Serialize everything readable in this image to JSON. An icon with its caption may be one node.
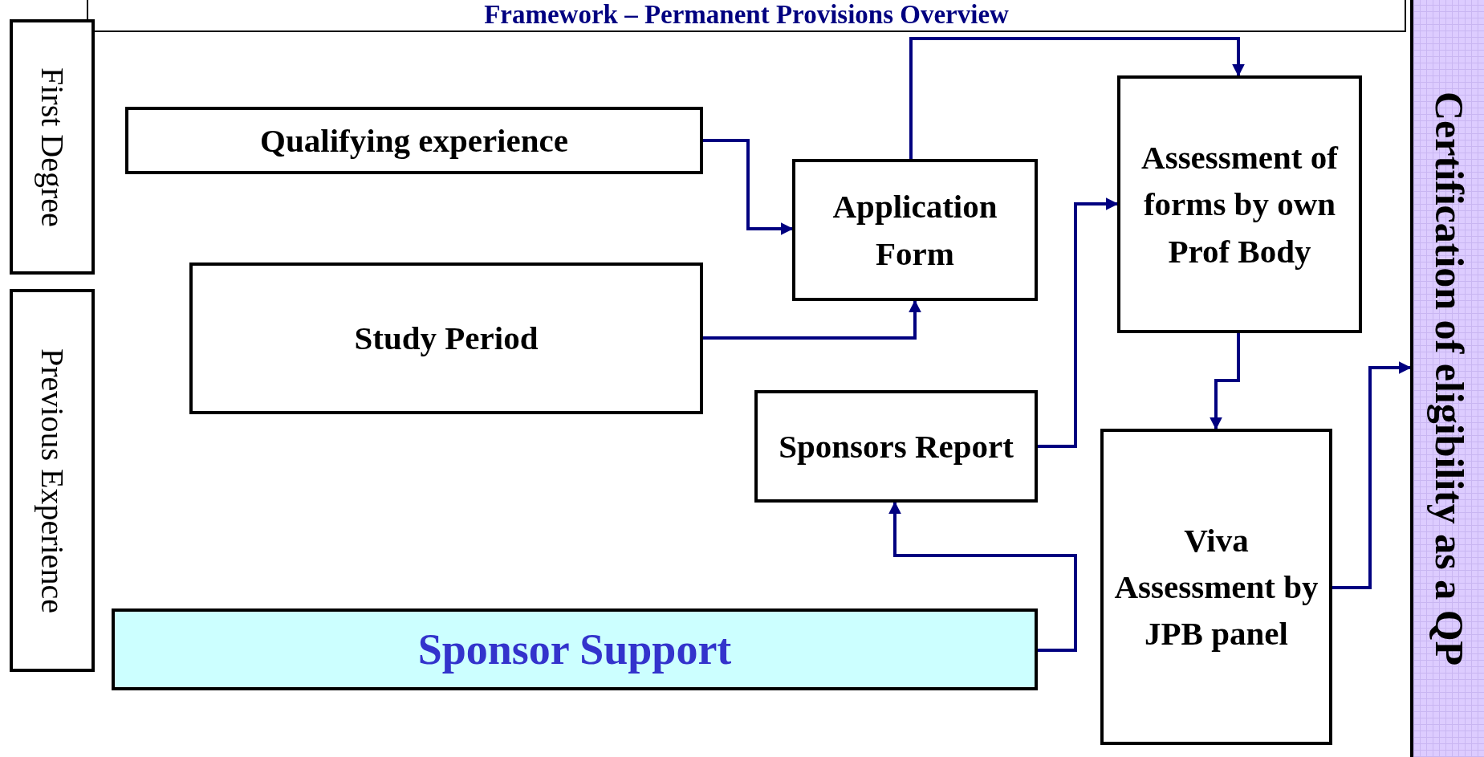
{
  "diagram": {
    "title": "Framework – Permanent Provisions Overview",
    "nodes": [
      {
        "text": [
          "First Degree"
        ]
      },
      {
        "text": [
          "Previous Experience"
        ]
      },
      {
        "text": [
          "Qualifying experience"
        ]
      },
      {
        "text": [
          "Study Period"
        ]
      },
      {
        "text": [
          "Sponsor Support"
        ]
      },
      {
        "text": [
          "Application Form"
        ]
      },
      {
        "text": [
          "Sponsors Report"
        ]
      },
      {
        "text": [
          "Assessment of forms by own Prof Body"
        ]
      },
      {
        "text": [
          "Viva Assessment by JPB panel"
        ]
      },
      {
        "text": [
          "Certification of eligibility as a QP"
        ]
      }
    ],
    "edges": [
      {
        "from": 2,
        "to": 5,
        "arrow": "to"
      },
      {
        "from": 3,
        "to": 5,
        "arrow": "to"
      },
      {
        "from": 5,
        "to": 7,
        "arrow": "to"
      },
      {
        "from": 6,
        "to": 7,
        "arrow": "to"
      },
      {
        "from": 7,
        "to": 8,
        "arrow": "to"
      },
      {
        "from": 4,
        "to": 6,
        "arrow": "to"
      },
      {
        "from": 8,
        "to": 9,
        "arrow": "to"
      }
    ]
  }
}
